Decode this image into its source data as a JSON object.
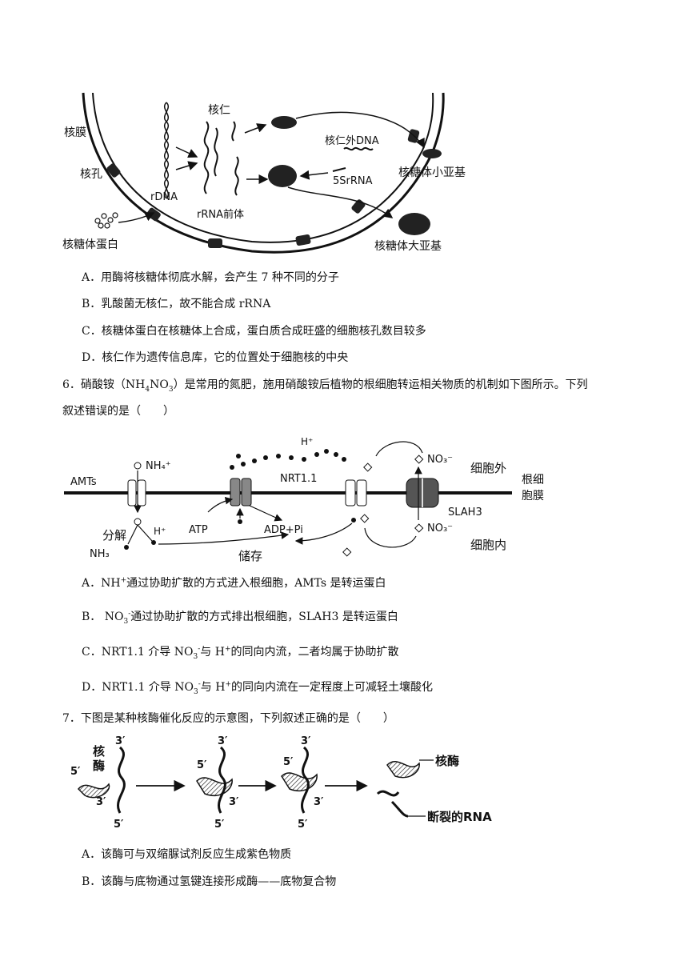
{
  "figure1": {
    "labels": {
      "nuclear_membrane": "核膜",
      "nuclear_pore": "核孔",
      "nucleolus": "核仁",
      "rdna": "rDNA",
      "rrna_precursor": "rRNA前体",
      "extra_dna": "核仁外DNA",
      "srna": "5SrRNA",
      "small_subunit": "核糖体小亚基",
      "large_subunit": "核糖体大亚基",
      "ribosomal_protein": "核糖体蛋白"
    }
  },
  "q5_options": [
    "A．用酶将核糖体彻底水解，会产生 7 种不同的分子",
    "B．乳酸菌无核仁，故不能合成 rRNA",
    "C．核糖体蛋白在核糖体上合成，蛋白质合成旺盛的细胞核孔数目较多",
    "D．核仁作为遗传信息库，它的位置处于细胞核的中央"
  ],
  "q6": {
    "line1_a": "6．硝酸铵（NH",
    "line1_sub1": "4",
    "line1_b": "NO",
    "line1_sub2": "3",
    "line1_c": "）是常用的氮肥，施用硝酸铵后植物的根细胞转运相关物质的机制如下图所示。下列",
    "line2": "叙述错误的是（　　）"
  },
  "figure2": {
    "labels": {
      "amts": "AMTs",
      "nh4": "NH₄⁺",
      "hplus_top": "H⁺",
      "nrt": "NRT1.1",
      "no3_out": "NO₃⁻",
      "outside": "细胞外",
      "membrane_1": "根细",
      "membrane_2": "胞膜",
      "slah3": "SLAH3",
      "no3_in": "NO₃⁻",
      "inside": "细胞内",
      "decompose": "分解",
      "nh3": "NH₃",
      "hplus_bottom": "H⁺",
      "atp": "ATP",
      "adp": "ADP+Pi",
      "store": "储存"
    }
  },
  "q6_options": {
    "a": {
      "pre": "A．NH",
      "sup": "+",
      "post": "通过协助扩散的方式进入根细胞，AMTs 是转运蛋白"
    },
    "b": {
      "pre": "B．",
      "mid": "NO",
      "sub": "3",
      "sup": "-",
      "post": "通过协助扩散的方式排出根细胞，SLAH3 是转运蛋白"
    },
    "c": {
      "pre": "C．NRT1.1 介导 NO",
      "sub": "3",
      "sup": "-",
      "mid": "与 H",
      "sup2": "+",
      "post": "的同向内流，二者均属于协助扩散"
    },
    "d": {
      "pre": "D．NRT1.1 介导 NO",
      "sub": "3",
      "sup": "-",
      "mid": "与 H",
      "sup2": "+",
      "post": "的同向内流在一定程度上可减轻土壤酸化"
    }
  },
  "q7": {
    "stem": "7．下图是某种核酶催化反应的示意图，下列叙述正确的是（　　）"
  },
  "figure3": {
    "labels": {
      "ribozyme_1": "核",
      "ribozyme_2": "酶",
      "p3": "3′",
      "p5": "5′",
      "ribozyme_end": "核酶",
      "broken_rna": "断裂的RNA"
    }
  },
  "q7_options": [
    "A．该酶可与双缩脲试剂反应生成紫色物质",
    "B．该酶与底物通过氢键连接形成酶——底物复合物"
  ]
}
